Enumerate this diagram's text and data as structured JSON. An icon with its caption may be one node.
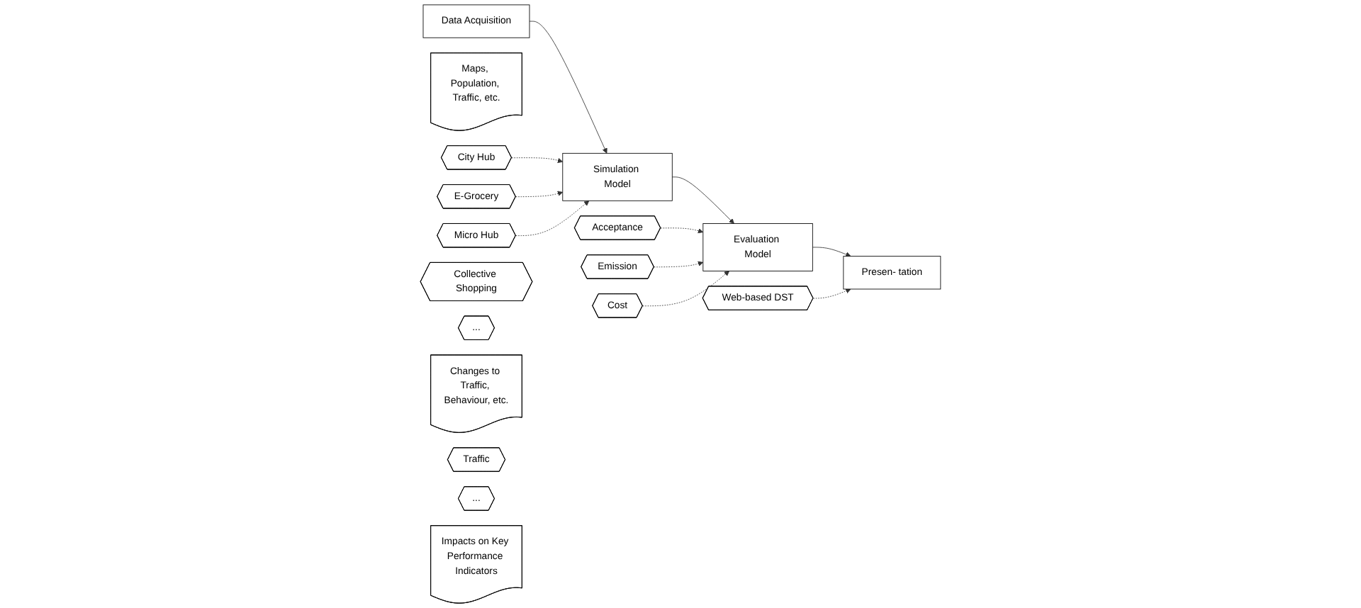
{
  "diagram": {
    "nodes": [
      {
        "text": [
          "Data Acquisition"
        ]
      },
      {
        "text": [
          "Maps, Population, Traffic, etc."
        ]
      },
      {
        "text": [
          "Simulation Model"
        ]
      },
      {
        "text": [
          "City Hub"
        ]
      },
      {
        "text": [
          "E-Grocery"
        ]
      },
      {
        "text": [
          "Micro Hub"
        ]
      },
      {
        "text": [
          "Collective Shopping"
        ]
      },
      {
        "text": [
          "..."
        ]
      },
      {
        "text": [
          "Changes to Traffic, Behaviour, etc."
        ]
      },
      {
        "text": [
          "Evaluation Model"
        ]
      },
      {
        "text": [
          "Acceptance"
        ]
      },
      {
        "text": [
          "Emission"
        ]
      },
      {
        "text": [
          "Traffic"
        ]
      },
      {
        "text": [
          "Cost"
        ]
      },
      {
        "text": [
          "..."
        ]
      },
      {
        "text": [
          "Impacts on Key Performance Indicators"
        ]
      },
      {
        "text": [
          "Presen- tation"
        ]
      },
      {
        "text": [
          "Web-based DST"
        ]
      }
    ],
    "edges": [
      {
        "from": 0,
        "to": 2,
        "arrow": "to"
      },
      {
        "from": 2,
        "to": 9,
        "arrow": "to"
      },
      {
        "from": 9,
        "to": 16,
        "arrow": "to"
      },
      {
        "from": 3,
        "to": 2,
        "arrow": "to",
        "style": "dashed"
      },
      {
        "from": 4,
        "to": 2,
        "arrow": "to",
        "style": "dashed"
      },
      {
        "from": 5,
        "to": 2,
        "arrow": "to",
        "style": "dashed"
      },
      {
        "from": 10,
        "to": 9,
        "arrow": "to",
        "style": "dashed"
      },
      {
        "from": 11,
        "to": 9,
        "arrow": "to",
        "style": "dashed"
      },
      {
        "from": 13,
        "to": 9,
        "arrow": "to",
        "style": "dashed"
      },
      {
        "from": 17,
        "to": 16,
        "arrow": "to",
        "style": "dashed"
      }
    ]
  }
}
